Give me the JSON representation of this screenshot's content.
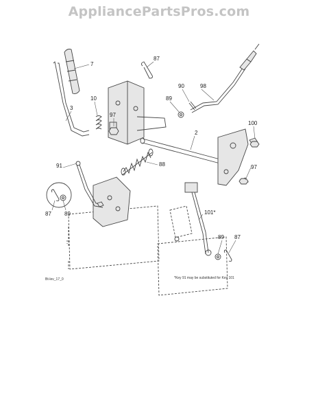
{
  "watermark": "AppliancePartsPros.com",
  "callouts": [
    {
      "label": "7"
    },
    {
      "label": "87"
    },
    {
      "label": "90"
    },
    {
      "label": "98"
    },
    {
      "label": "3"
    },
    {
      "label": "10"
    },
    {
      "label": "89"
    },
    {
      "label": "97"
    },
    {
      "label": "2"
    },
    {
      "label": "100"
    },
    {
      "label": "88"
    },
    {
      "label": "91"
    },
    {
      "label": "97"
    },
    {
      "label": "87"
    },
    {
      "label": "89"
    },
    {
      "label": "101*"
    },
    {
      "label": "89"
    },
    {
      "label": "87"
    }
  ],
  "footnote": "*Key 91 may be substituted for Key 101",
  "diagram_ref": "Bt-lev_17_0"
}
